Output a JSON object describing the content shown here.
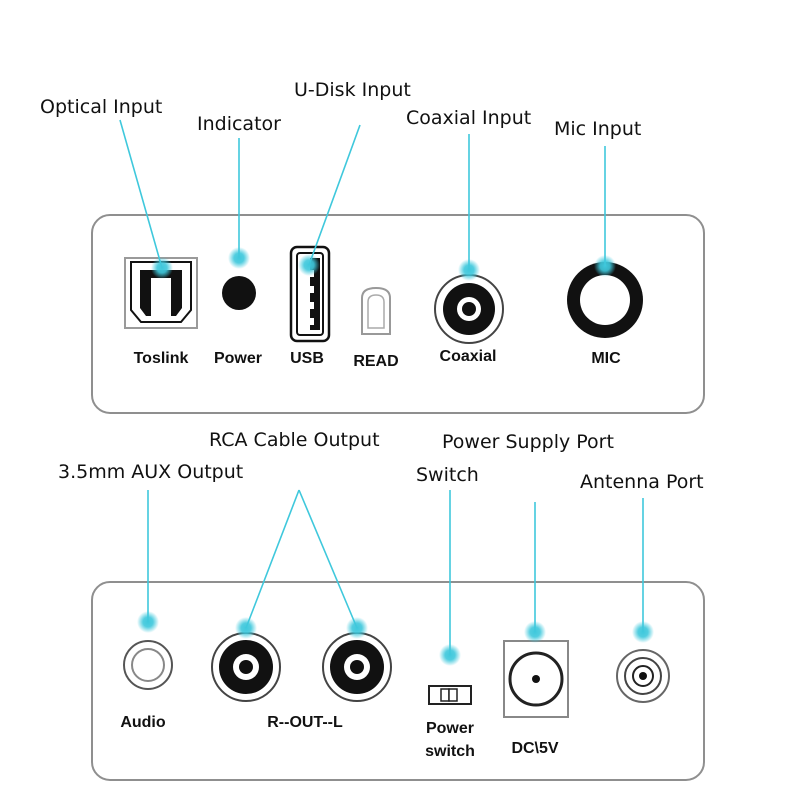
{
  "accent_color": "#3fc8dc",
  "panel_color": "#8f8f8f",
  "front_panel": {
    "callouts": {
      "optical": "Optical Input",
      "indicator": "Indicator",
      "udisk": "U-Disk Input",
      "coaxial": "Coaxial Input",
      "mic": "Mic Input"
    },
    "labels": {
      "toslink": "Toslink",
      "power": "Power",
      "usb": "USB",
      "read": "READ",
      "coaxial": "Coaxial",
      "mic": "MIC"
    }
  },
  "rear_panel": {
    "callouts": {
      "aux": "3.5mm AUX Output",
      "rca": "RCA Cable Output",
      "power_supply": "Power Supply Port",
      "switch": "Switch",
      "antenna": "Antenna Port"
    },
    "labels": {
      "audio": "Audio",
      "rca": "R--OUT--L",
      "power_switch_line1": "Power",
      "power_switch_line2": "switch",
      "dc": "DC\\5V"
    }
  }
}
